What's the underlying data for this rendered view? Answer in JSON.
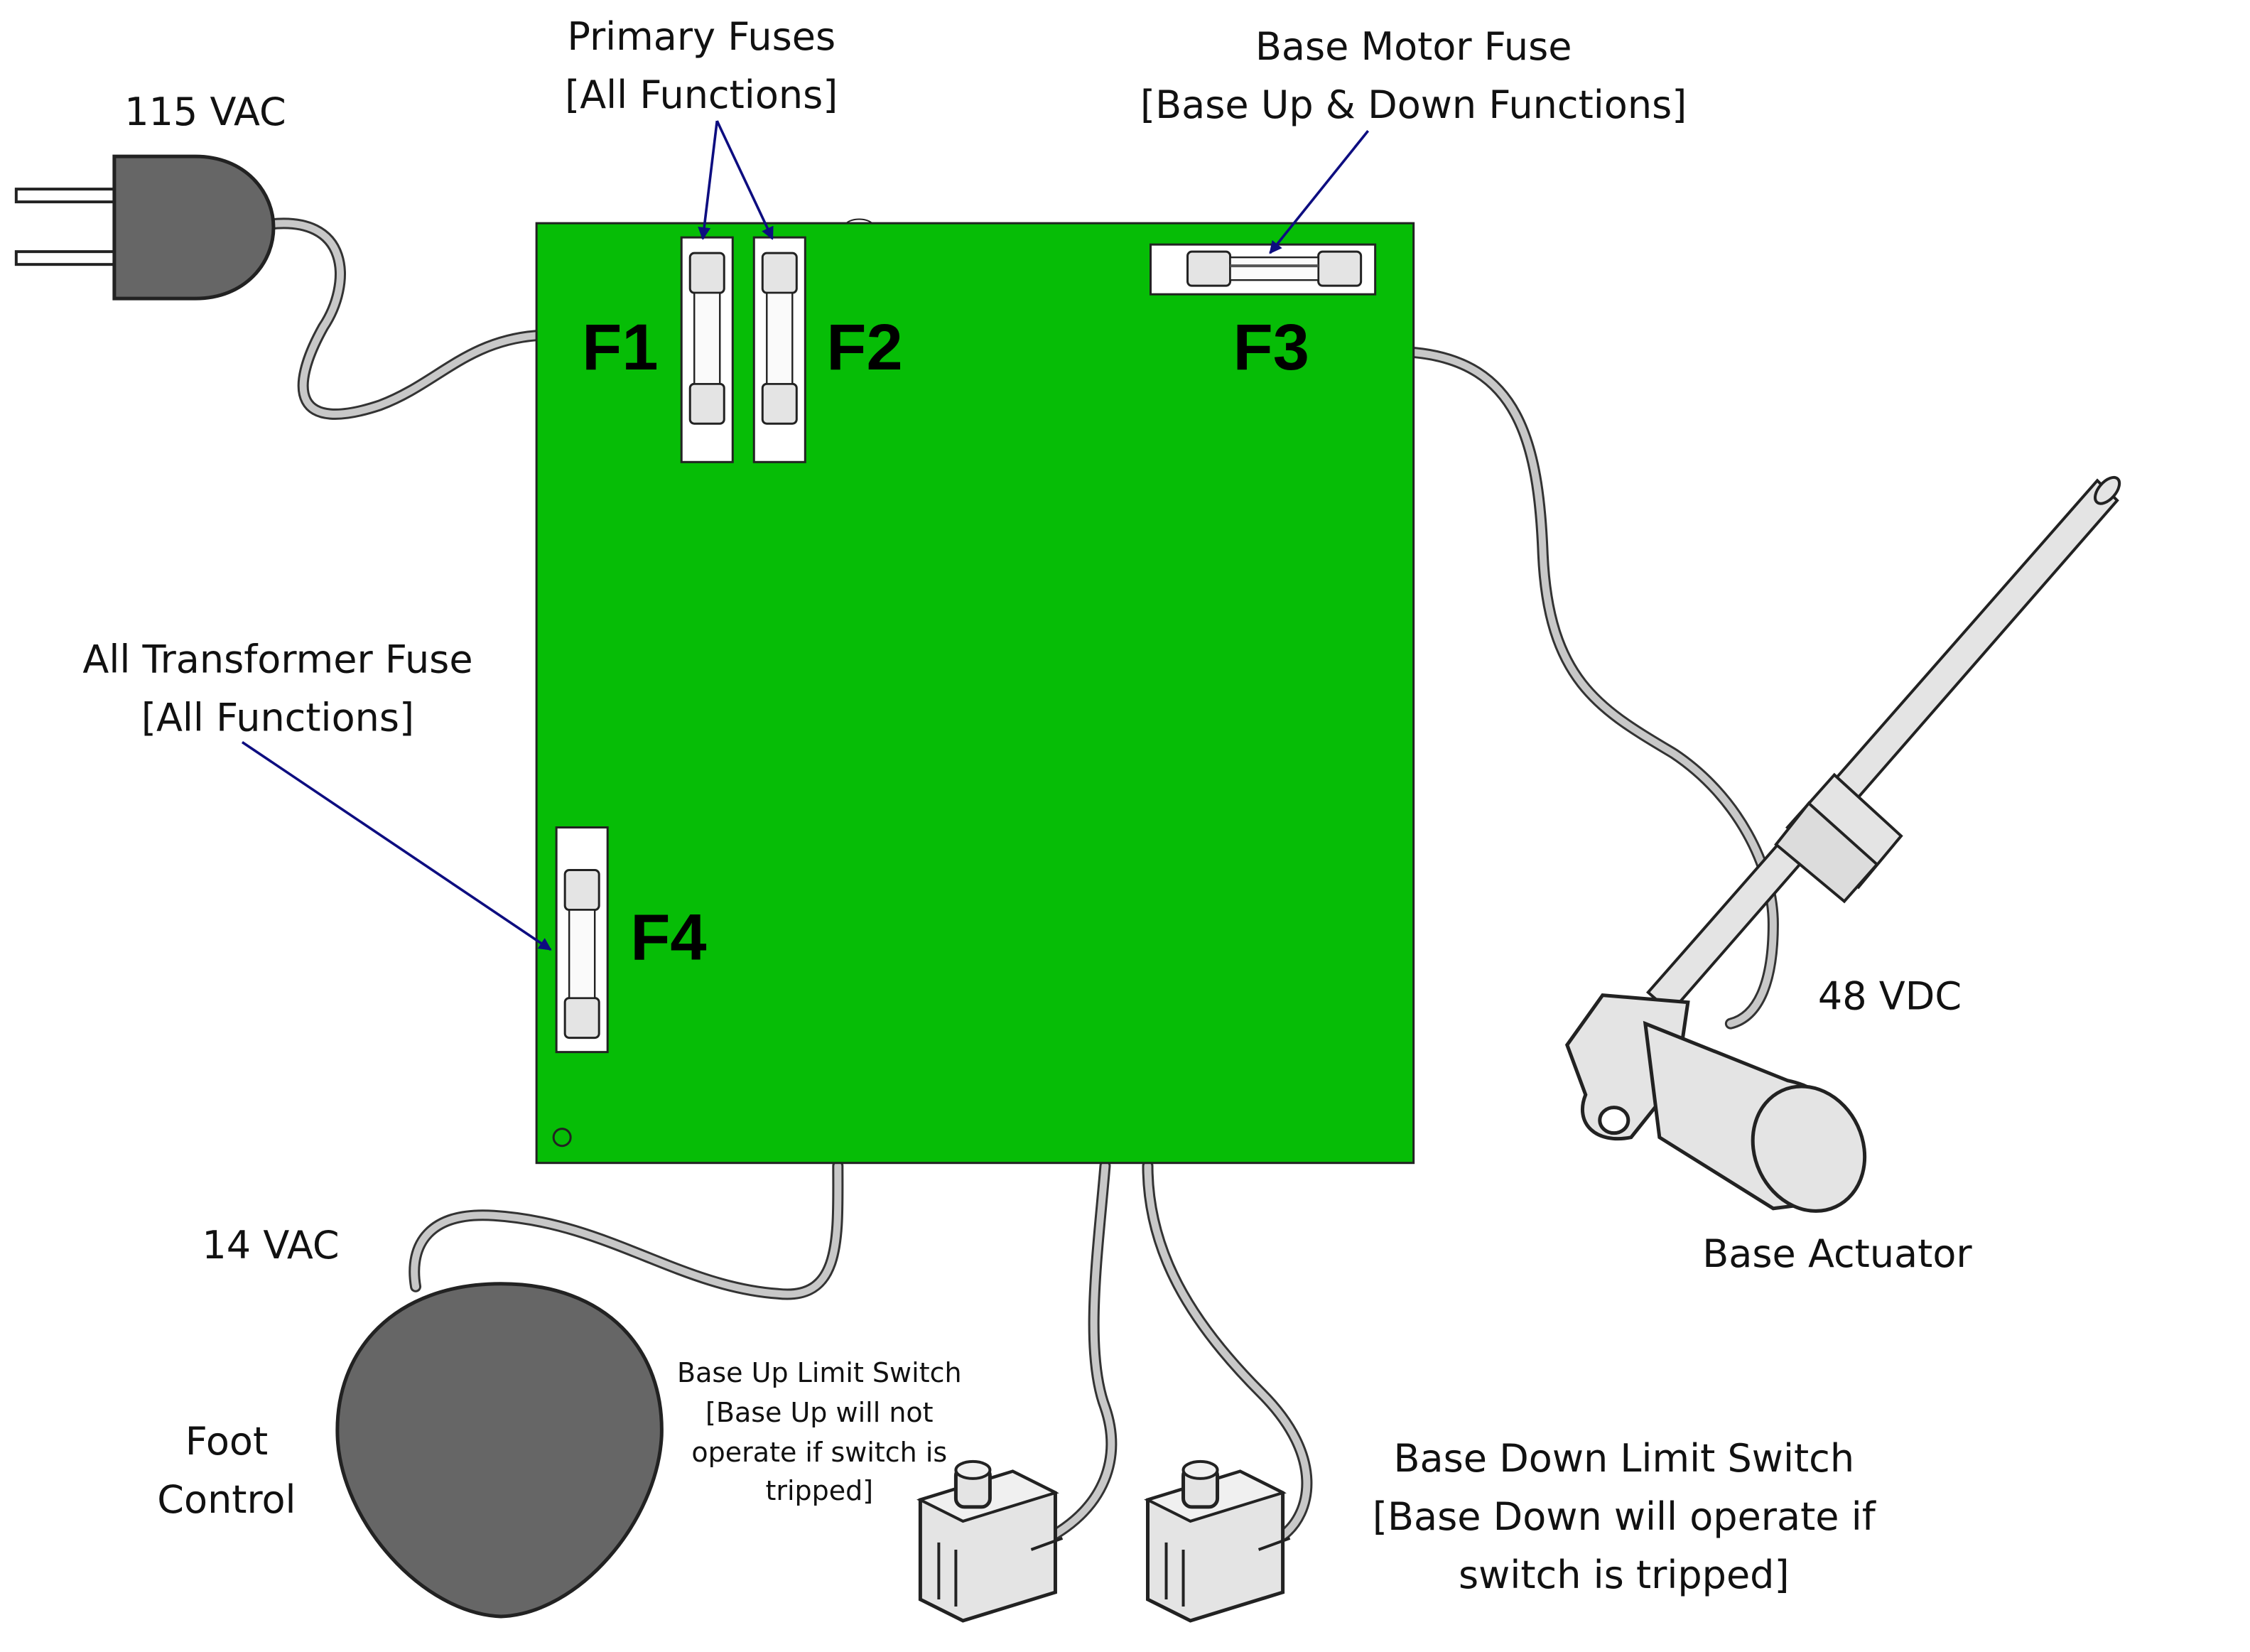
{
  "labels": {
    "ac_input": "115 VAC",
    "primary_fuses_title": "Primary Fuses",
    "primary_fuses_sub": "[All Functions]",
    "base_motor_fuse_title": "Base Motor Fuse",
    "base_motor_fuse_sub": "[Base Up & Down Functions]",
    "transformer_fuse_title": "All Transformer Fuse",
    "transformer_fuse_sub": "[All Functions]",
    "motor_voltage": "48 VDC",
    "base_actuator": "Base Actuator",
    "foot_voltage": "14 VAC",
    "foot_control_line1": "Foot",
    "foot_control_line2": "Control",
    "up_switch_line1": "Base Up Limit Switch",
    "up_switch_line2": "[Base Up will not",
    "up_switch_line3": "operate if switch is",
    "up_switch_line4": "tripped]",
    "down_switch_line1": "Base Down Limit Switch",
    "down_switch_line2": "[Base Down will operate if",
    "down_switch_line3": "switch is tripped]"
  },
  "fuses": {
    "f1": "F1",
    "f2": "F2",
    "f3": "F3",
    "f4": "F4"
  },
  "colors": {
    "board": "#06bd06",
    "cable": "#c8c8c8",
    "plug": "#666666",
    "pedal": "#666666",
    "arrow": "#0d0d80",
    "fuse_body": "#e4e4e4"
  }
}
